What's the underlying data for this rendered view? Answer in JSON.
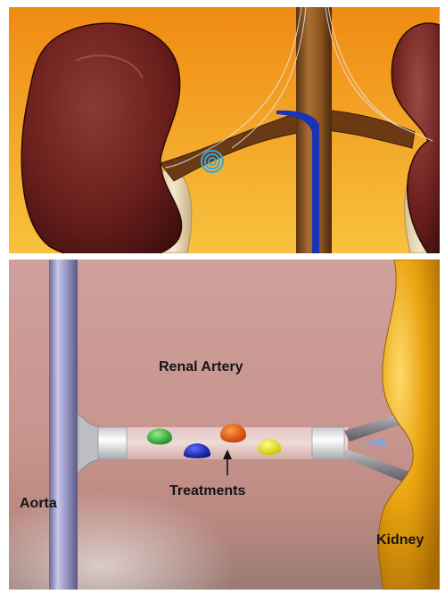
{
  "labels": {
    "renal_artery": "Renal Artery",
    "treatments": "Treatments",
    "aorta": "Aorta",
    "kidney": "Kidney"
  },
  "colors": {
    "top_background": "#f08c14",
    "kidney_tissue": "#6e2020",
    "bottom_background": "#c99b98",
    "aorta_vessel": "#9a98c4",
    "kidney_model": "#e8a20e",
    "treatment_green": "#2fb82f",
    "treatment_blue": "#1326c8",
    "treatment_orange": "#f05a0a",
    "treatment_yellow": "#eaea20",
    "ultrasound_rings": "#3aa7d8"
  }
}
